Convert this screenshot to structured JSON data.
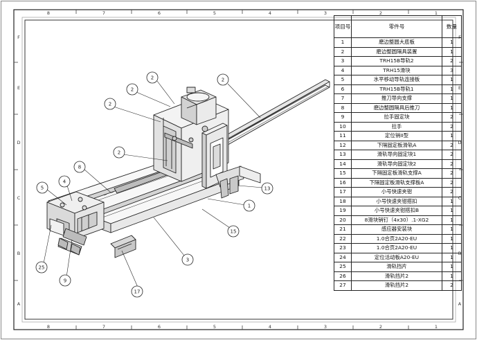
{
  "frame": {
    "top_zones": [
      "8",
      "7",
      "6",
      "5",
      "4",
      "3",
      "2",
      "1"
    ],
    "bottom_zones": [
      "8",
      "7",
      "6",
      "5",
      "4",
      "3",
      "2",
      "1"
    ],
    "left_zones": [
      "F",
      "E",
      "D",
      "C",
      "B",
      "A"
    ],
    "right_zones": [
      "F",
      "E",
      "D",
      "C",
      "B",
      "A"
    ]
  },
  "balloons": [
    "2",
    "2",
    "2",
    "2",
    "2",
    "8",
    "4",
    "5",
    "25",
    "9",
    "17",
    "3",
    "15",
    "1",
    "13"
  ],
  "bom": {
    "headers": {
      "item": "项目号",
      "part": "零件号",
      "qty": "数量"
    },
    "rows": [
      {
        "item": "1",
        "part": "磨边整圆大底板",
        "qty": "1"
      },
      {
        "item": "2",
        "part": "磨边整圆隔具装置",
        "qty": "1"
      },
      {
        "item": "3",
        "part": "TRH15B导轨2",
        "qty": "2"
      },
      {
        "item": "4",
        "part": "TRH15滑块",
        "qty": "3"
      },
      {
        "item": "5",
        "part": "水平移动导轨连接板",
        "qty": "1"
      },
      {
        "item": "6",
        "part": "TRH15B导轨1",
        "qty": "1"
      },
      {
        "item": "7",
        "part": "推刀导向支撑",
        "qty": "1"
      },
      {
        "item": "8",
        "part": "磨边整圆隔具后推刀",
        "qty": "1"
      },
      {
        "item": "9",
        "part": "拉手固定块",
        "qty": "2"
      },
      {
        "item": "10",
        "part": "拉手",
        "qty": "2"
      },
      {
        "item": "11",
        "part": "定位销II型",
        "qty": "1"
      },
      {
        "item": "12",
        "part": "下隔固定板滑轨A",
        "qty": "2"
      },
      {
        "item": "13",
        "part": "滑轨导向固定块1",
        "qty": "2"
      },
      {
        "item": "14",
        "part": "滑轨导向固定块2",
        "qty": "2"
      },
      {
        "item": "15",
        "part": "下隔固定板滑轨支撑A",
        "qty": "2"
      },
      {
        "item": "16",
        "part": "下隔固定板滑轨支撑板A",
        "qty": "2"
      },
      {
        "item": "17",
        "part": "小号快速夹钳",
        "qty": "2"
      },
      {
        "item": "18",
        "part": "小号快速夹钳搭扣",
        "qty": "1"
      },
      {
        "item": "19",
        "part": "小号快速夹钳搭扣B",
        "qty": "1"
      },
      {
        "item": "20",
        "part": "8滑块销钉（4x30）.1-XG2",
        "qty": "1"
      },
      {
        "item": "21",
        "part": "感应器安装块",
        "qty": "1"
      },
      {
        "item": "22",
        "part": "1.0合页2A20-EU",
        "qty": "1"
      },
      {
        "item": "23",
        "part": "1.0合页2A20-EU",
        "qty": "1"
      },
      {
        "item": "24",
        "part": "定位活动板A20-EU",
        "qty": "1"
      },
      {
        "item": "25",
        "part": "滑轨挡片",
        "qty": "1"
      },
      {
        "item": "26",
        "part": "滑轨挡片2",
        "qty": "1"
      },
      {
        "item": "27",
        "part": "滑轨挡片2",
        "qty": "2"
      }
    ]
  }
}
